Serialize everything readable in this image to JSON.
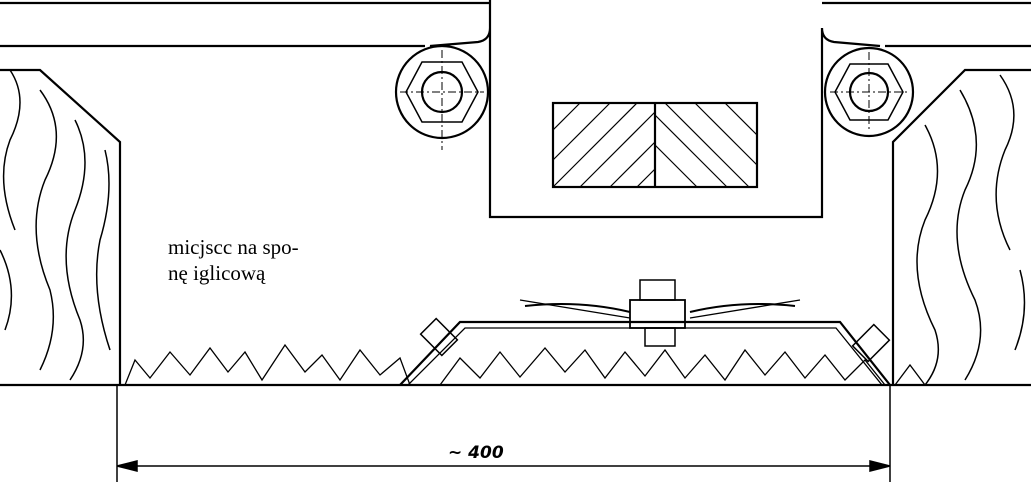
{
  "annotation": {
    "line1": "micjscc na spo-",
    "line2": "nę iglicową"
  },
  "dimension": {
    "approx_symbol": "~",
    "value": "400"
  }
}
